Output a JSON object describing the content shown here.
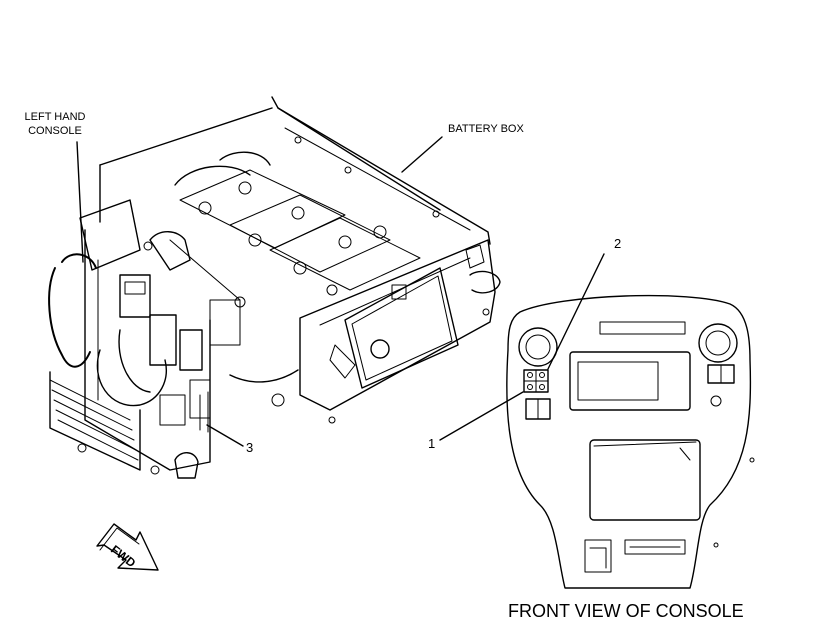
{
  "labels": {
    "left_hand_console_line1": "LEFT HAND",
    "left_hand_console_line2": "CONSOLE",
    "battery_box": "BATTERY BOX",
    "callout_1": "1",
    "callout_2": "2",
    "callout_3": "3",
    "fwd": "FWD",
    "front_view_caption": "FRONT VIEW OF CONSOLE"
  },
  "colors": {
    "ink": "#000000",
    "background": "#ffffff"
  }
}
